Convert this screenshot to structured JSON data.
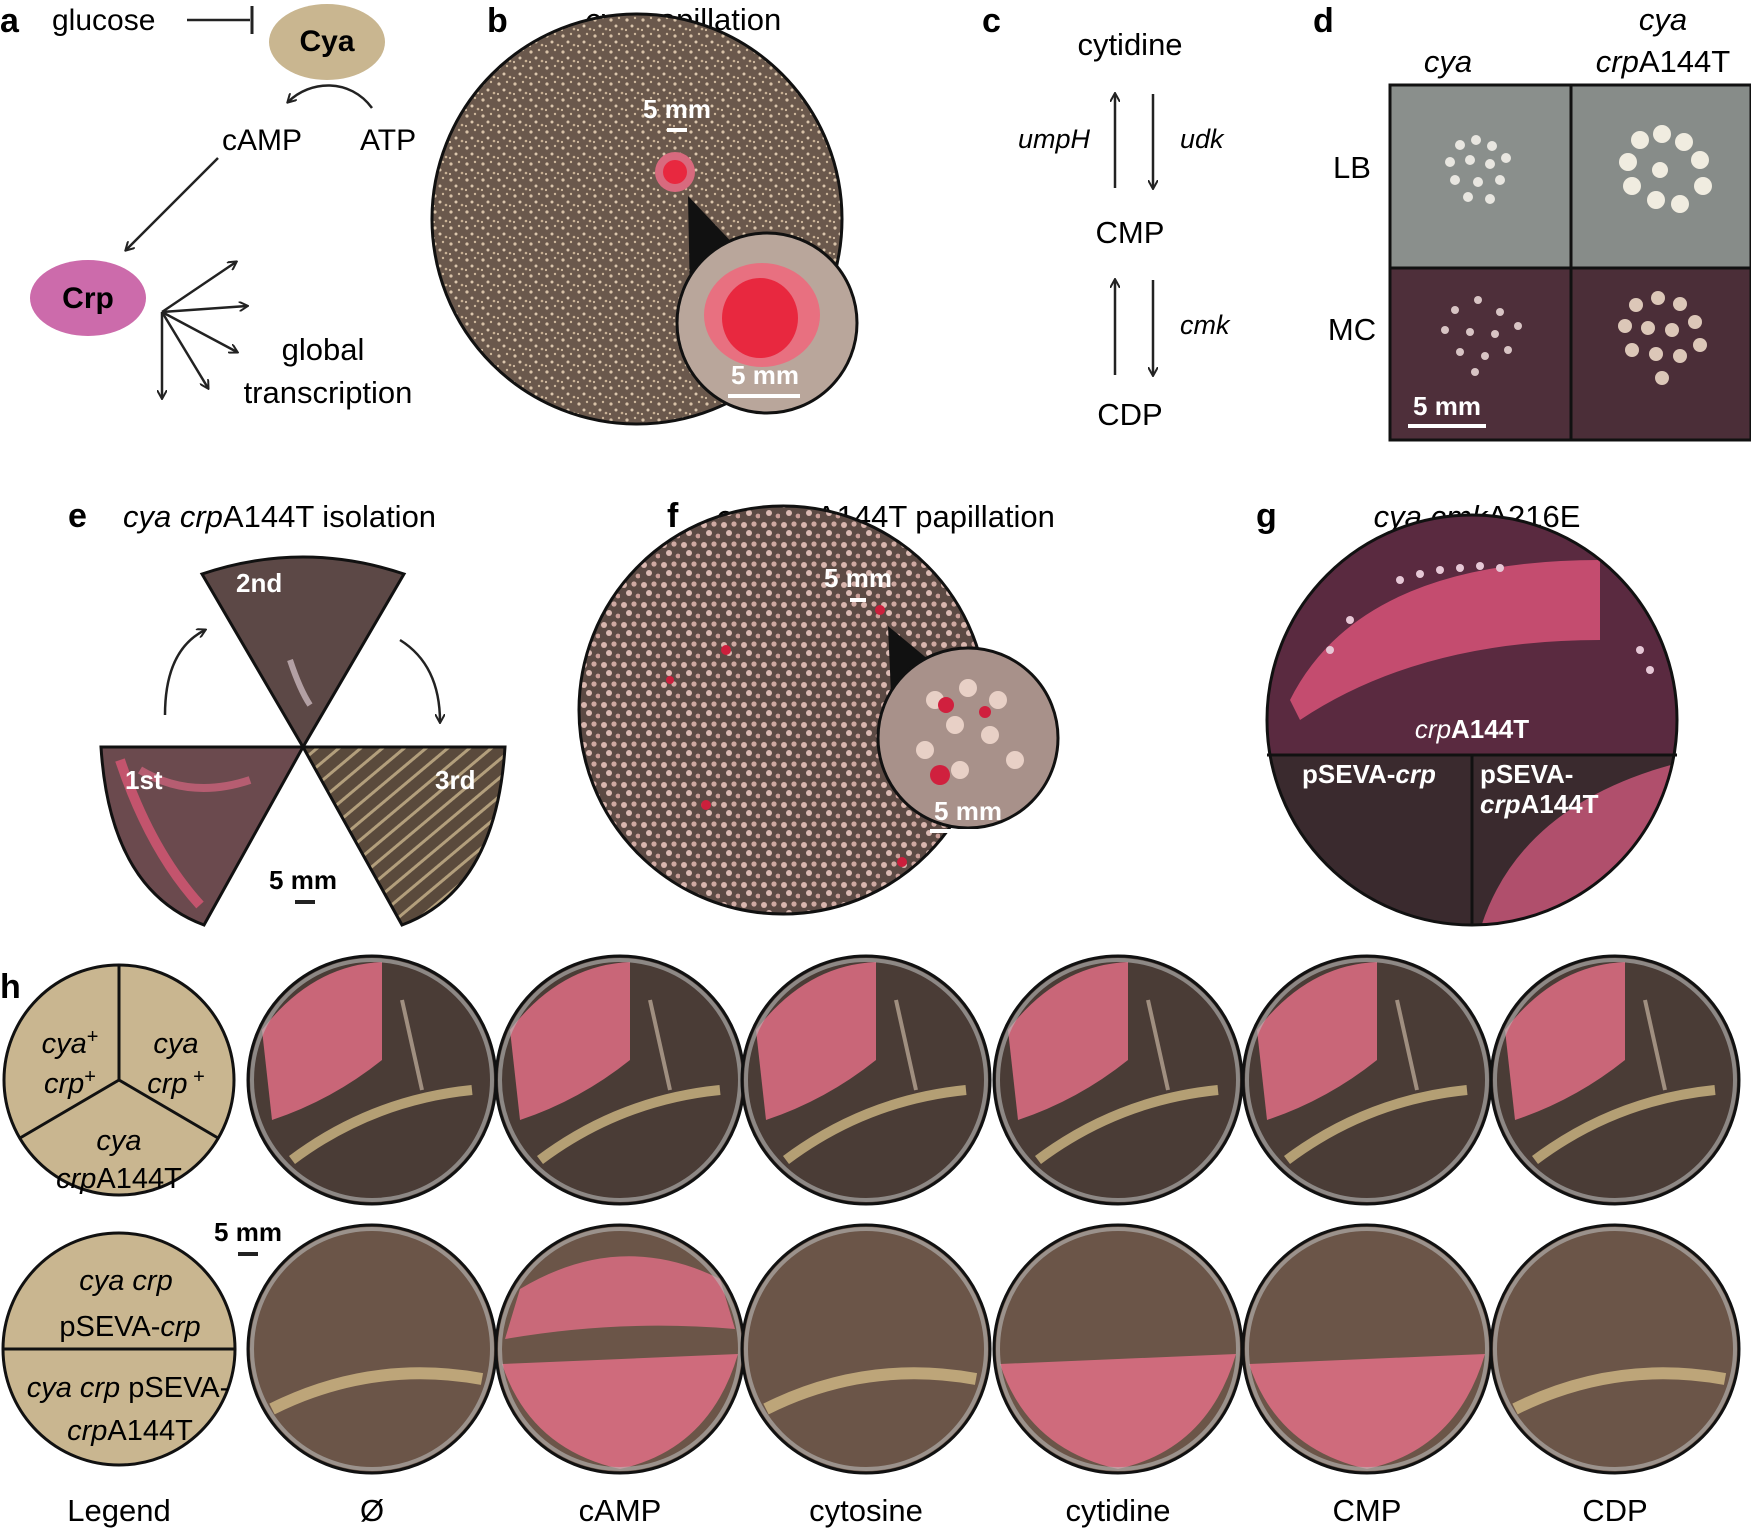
{
  "panels": {
    "a": {
      "letter": "a",
      "glucose": "glucose",
      "cya": "Cya",
      "camp": "cAMP",
      "atp": "ATP",
      "crp": "Crp",
      "global": "global",
      "transcription": "transcription"
    },
    "b": {
      "letter": "b",
      "title_italic": "cya",
      "title_rest": " papillation",
      "scale1": "5 mm",
      "scale2": "5 mm"
    },
    "c": {
      "letter": "c",
      "cytidine": "cytidine",
      "umph": "umpH",
      "udk": "udk",
      "cmp": "CMP",
      "cmk": "cmk",
      "cdp": "CDP"
    },
    "d": {
      "letter": "d",
      "col1": "cya",
      "col2_line1": "cya",
      "col2_italic": "crp",
      "col2_rest": "A144T",
      "row1": "LB",
      "row2": "MC",
      "scale": "5 mm"
    },
    "e": {
      "letter": "e",
      "title_i1": "cya crp",
      "title_rest": "A144T isolation",
      "s1": "1st",
      "s2": "2nd",
      "s3": "3rd",
      "scale": "5 mm"
    },
    "f": {
      "letter": "f",
      "title_i1": "cya crp",
      "title_rest": "A144T papillation",
      "scale1": "5 mm",
      "scale2": "5 mm"
    },
    "g": {
      "letter": "g",
      "title_i1": "cya cmk",
      "title_rest": "A216E",
      "top_italic": "crp",
      "top_rest": "A144T",
      "bl_plain": "pSEVA-",
      "bl_italic": "crp",
      "br_line1": "pSEVA-",
      "br_italic": "crp",
      "br_rest": "A144T"
    }
  },
  "panel_h": {
    "letter": "h",
    "legend_top": {
      "a1": "cya",
      "a1s": "+",
      "a2": "crp",
      "a2s": "+",
      "b1": "cya",
      "b2": "crp",
      "b2s": " +",
      "c1": "cya",
      "c2i": "crp",
      "c2r": "A144T"
    },
    "legend_bottom": {
      "t1": "cya crp",
      "t2a": "pSEVA-",
      "t2b": "crp",
      "u1a": "cya crp",
      "u1b": " pSEVA-",
      "u2a": "crp",
      "u2b": "A144T"
    },
    "scale": "5 mm",
    "columns": [
      "Legend",
      "Ø",
      "cAMP",
      "cytosine",
      "cytidine",
      "CMP",
      "CDP"
    ]
  },
  "colors": {
    "khaki": "#c9b690",
    "crp_pink": "#cc6bab",
    "agar_dark": "#4a3c36",
    "agar_brown": "#6b5548",
    "pink": "#e8708a",
    "red": "#e0143c",
    "gray_plate": "#8a8f8c",
    "mc_plate": "#4e2f3a"
  }
}
